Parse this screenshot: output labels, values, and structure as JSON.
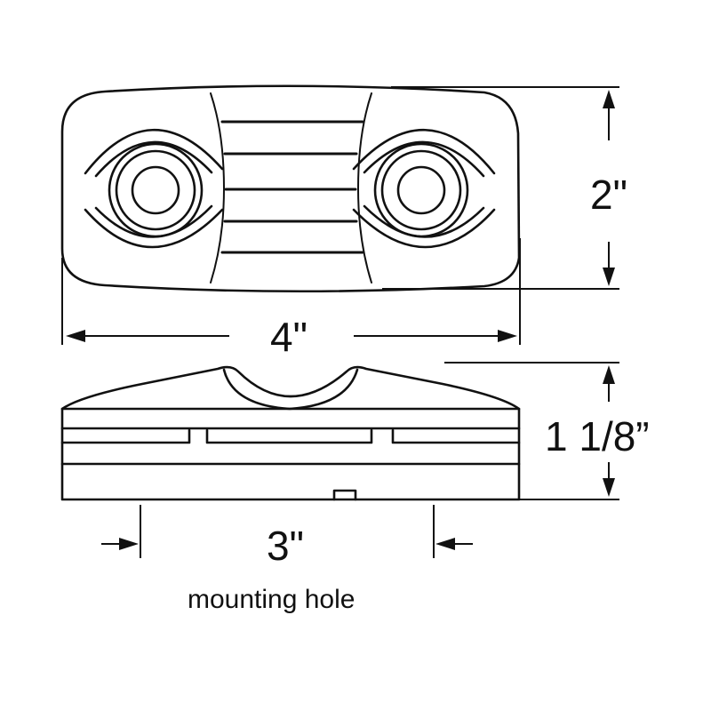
{
  "diagram": {
    "dimension_width": "4\"",
    "dimension_height": "2\"",
    "dimension_depth": "1 1/8”",
    "dimension_mounting": "3\"",
    "mounting_caption": "mounting hole"
  },
  "colors": {
    "line": "#111111",
    "background": "#ffffff"
  }
}
